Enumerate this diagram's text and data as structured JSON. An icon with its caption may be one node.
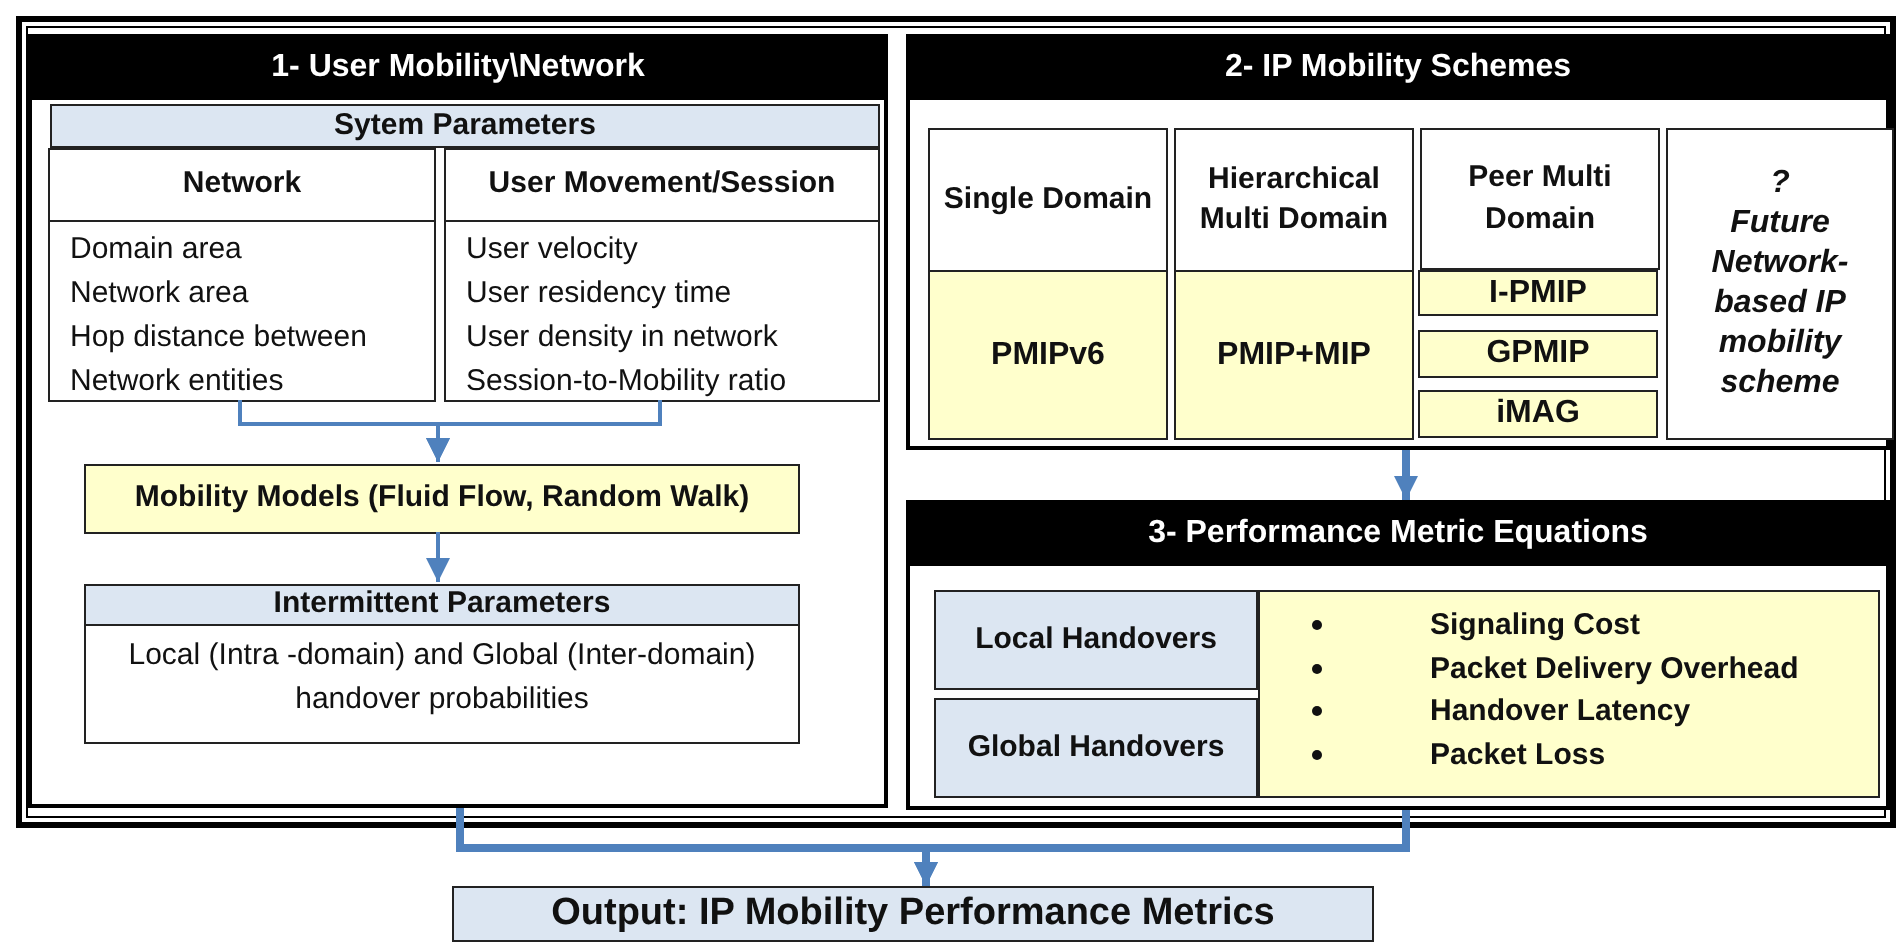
{
  "diagram": {
    "nodes": [
      {
        "text": [
          "1- User Mobility\\Network"
        ]
      },
      {
        "text": [
          "Sytem Parameters"
        ],
        "in": 0
      },
      {
        "text": [
          "Network",
          "Domain area",
          "Network area",
          "Hop distance between Network entities"
        ],
        "in": 0
      },
      {
        "text": [
          "User Movement/Session",
          "User velocity",
          "User residency time",
          "User density in network",
          "Session-to-Mobility ratio"
        ],
        "in": 0
      },
      {
        "text": [
          "Mobility Models (Fluid Flow, Random Walk)"
        ],
        "in": 0
      },
      {
        "text": [
          "Intermittent Parameters",
          "Local (Intra -domain) and Global (Inter-domain) handover probabilities"
        ],
        "in": 0
      },
      {
        "text": [
          "2- IP Mobility Schemes"
        ]
      },
      {
        "text": [
          "Single Domain",
          "PMIPv6"
        ],
        "in": 6
      },
      {
        "text": [
          "Hierarchical Multi Domain",
          "PMIP+MIP"
        ],
        "in": 6
      },
      {
        "text": [
          "Peer Multi Domain"
        ],
        "in": 6
      },
      {
        "text": [
          "I-PMIP"
        ],
        "in": 9
      },
      {
        "text": [
          "GPMIP"
        ],
        "in": 9
      },
      {
        "text": [
          "iMAG"
        ],
        "in": 9
      },
      {
        "text": [
          "?",
          "Future Network-based IP mobility scheme"
        ],
        "in": 6
      },
      {
        "text": [
          "3- Performance Metric Equations"
        ]
      },
      {
        "text": [
          "Local Handovers"
        ],
        "in": 14
      },
      {
        "text": [
          "Global Handovers"
        ],
        "in": 14
      },
      {
        "text": [
          "Signaling Cost",
          "Packet Delivery Overhead",
          "Handover Latency",
          "Packet Loss"
        ],
        "in": 14
      },
      {
        "text": [
          "Output: IP Mobility Performance Metrics"
        ]
      }
    ],
    "edges": [
      {
        "from": 2,
        "to": 4,
        "arrow": "to"
      },
      {
        "from": 3,
        "to": 4,
        "arrow": "to"
      },
      {
        "from": 4,
        "to": 5,
        "arrow": "to"
      },
      {
        "from": 6,
        "to": 14,
        "arrow": "to",
        "style": "thick"
      },
      {
        "from": 0,
        "to": 18,
        "arrow": "to",
        "style": "thick"
      },
      {
        "from": 14,
        "to": 18,
        "arrow": "to",
        "style": "thick"
      }
    ]
  }
}
